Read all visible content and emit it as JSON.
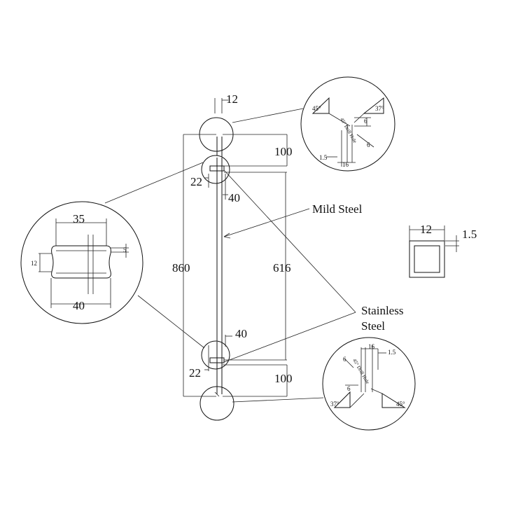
{
  "dimensions": {
    "top_width": "12",
    "top_offset": "100",
    "top_bush_a": "22",
    "top_bush_b": "40",
    "overall_length": "860",
    "inner_length": "616",
    "bottom_bush_b": "40",
    "bottom_bush_a": "22",
    "bottom_offset": "100"
  },
  "labels": {
    "mild_steel": "Mild Steel",
    "stainless_line1": "Stainless",
    "stainless_line2": "Steel"
  },
  "bush_detail": {
    "top_width": "35",
    "bottom_width": "40",
    "height": "12",
    "groove": "5"
  },
  "section_detail": {
    "width": "12",
    "wall": "1.5"
  },
  "top_detail": {
    "angle_left": "45°",
    "angle_right": "37°",
    "hole_note": "45° Drill Hole",
    "dim_a": "6",
    "dim_b": "6",
    "dim_c": "1.5",
    "dim_d": "16"
  },
  "bottom_detail": {
    "angle_left": "37°",
    "angle_right": "45°",
    "hole_note": "45° Drill Hole",
    "dim_a": "6",
    "dim_b": "6",
    "dim_c": "1.5",
    "dim_d": "16"
  }
}
